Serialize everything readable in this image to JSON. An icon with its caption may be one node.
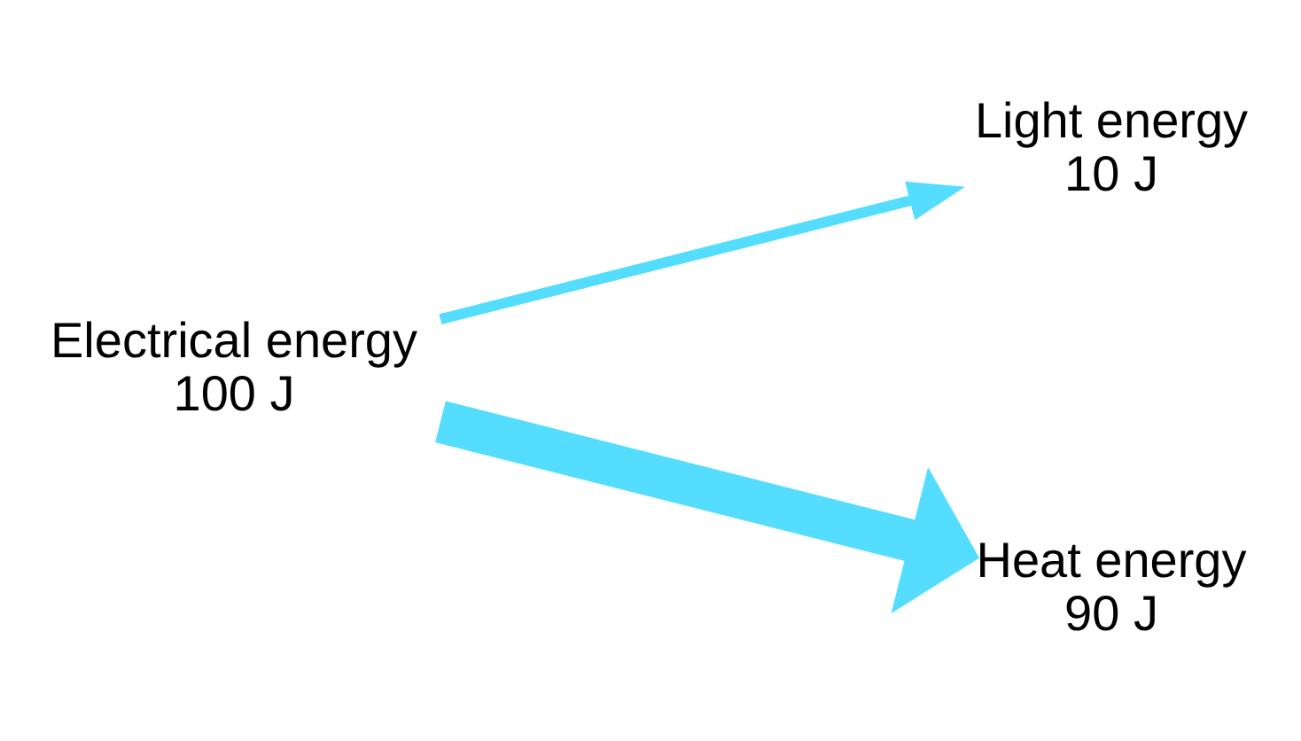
{
  "diagram": {
    "nodes": [
      {
        "text": [
          "Electrical energy",
          "100 J"
        ]
      },
      {
        "text": [
          "Light energy",
          "10 J"
        ]
      },
      {
        "text": [
          "Heat energy",
          "90 J"
        ]
      }
    ],
    "edges": [
      {
        "from": 0,
        "to": 1,
        "arrow": "to",
        "color": "#55ddff"
      },
      {
        "from": 0,
        "to": 2,
        "arrow": "to",
        "style": "thick",
        "color": "#55ddff"
      }
    ]
  }
}
